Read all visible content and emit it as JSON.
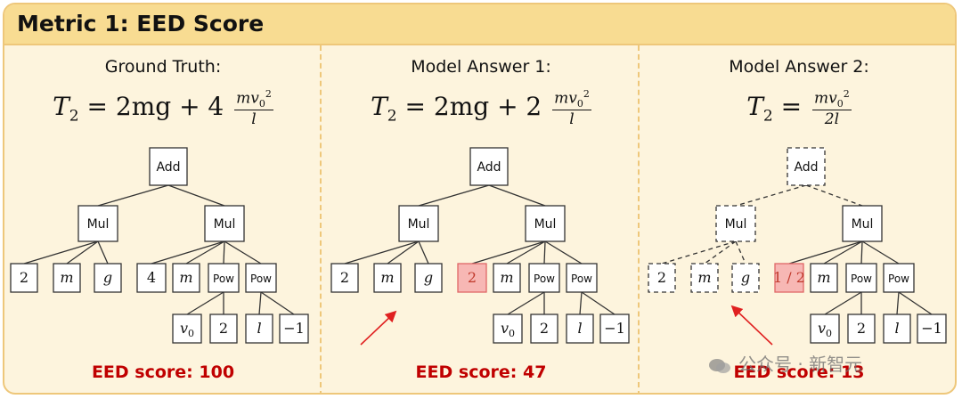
{
  "header": {
    "title": "Metric 1: EED Score"
  },
  "panels": [
    {
      "title": "Ground Truth:",
      "formula": {
        "lhs": "T",
        "lhs_sub": "2",
        "rhs": "= 2mg + 4",
        "num": "mv",
        "num_sub": "0",
        "num_sup": "2",
        "den": "l"
      },
      "score": "EED score: 100"
    },
    {
      "title": "Model Answer 1:",
      "formula": {
        "lhs": "T",
        "lhs_sub": "2",
        "rhs": "= 2mg + 2",
        "num": "mv",
        "num_sub": "0",
        "num_sup": "2",
        "den": "l"
      },
      "score": "EED score: 47"
    },
    {
      "title": "Model Answer 2:",
      "formula": {
        "lhs": "T",
        "lhs_sub": "2",
        "rhs": "=",
        "num": "mv",
        "num_sub": "0",
        "num_sup": "2",
        "den": "2l"
      },
      "score": "EED score: 13"
    }
  ],
  "trees": [
    {
      "nodes": [
        {
          "label": "Add",
          "style": "solid"
        },
        {
          "label": "Mul",
          "style": "solid"
        },
        {
          "label": "Mul",
          "style": "solid"
        },
        {
          "label": "2",
          "style": "solid"
        },
        {
          "label": "m",
          "style": "solid"
        },
        {
          "label": "g",
          "style": "solid"
        },
        {
          "label": "4",
          "style": "solid"
        },
        {
          "label": "m",
          "style": "solid"
        },
        {
          "label": "Pow",
          "style": "solid"
        },
        {
          "label": "Pow",
          "style": "solid"
        },
        {
          "label": "v0",
          "style": "solid"
        },
        {
          "label": "2",
          "style": "solid"
        },
        {
          "label": "l",
          "style": "solid"
        },
        {
          "label": "−1",
          "style": "solid"
        }
      ]
    },
    {
      "nodes": [
        {
          "label": "Add",
          "style": "solid"
        },
        {
          "label": "Mul",
          "style": "solid"
        },
        {
          "label": "Mul",
          "style": "solid"
        },
        {
          "label": "2",
          "style": "solid"
        },
        {
          "label": "m",
          "style": "solid"
        },
        {
          "label": "g",
          "style": "solid"
        },
        {
          "label": "2",
          "style": "highlight"
        },
        {
          "label": "m",
          "style": "solid"
        },
        {
          "label": "Pow",
          "style": "solid"
        },
        {
          "label": "Pow",
          "style": "solid"
        },
        {
          "label": "v0",
          "style": "solid"
        },
        {
          "label": "2",
          "style": "solid"
        },
        {
          "label": "l",
          "style": "solid"
        },
        {
          "label": "−1",
          "style": "solid"
        }
      ]
    },
    {
      "nodes": [
        {
          "label": "Add",
          "style": "dashed"
        },
        {
          "label": "Mul",
          "style": "dashed"
        },
        {
          "label": "Mul",
          "style": "solid"
        },
        {
          "label": "2",
          "style": "dashed"
        },
        {
          "label": "m",
          "style": "dashed"
        },
        {
          "label": "g",
          "style": "dashed"
        },
        {
          "label": "1 / 2",
          "style": "highlight"
        },
        {
          "label": "m",
          "style": "solid"
        },
        {
          "label": "Pow",
          "style": "solid"
        },
        {
          "label": "Pow",
          "style": "solid"
        },
        {
          "label": "v0",
          "style": "solid"
        },
        {
          "label": "2",
          "style": "solid"
        },
        {
          "label": "l",
          "style": "solid"
        },
        {
          "label": "−1",
          "style": "solid"
        }
      ]
    }
  ],
  "watermark": {
    "text": "公众号 · 新智元"
  },
  "colors": {
    "highlight_fill": "#f7b7b4",
    "highlight_stroke": "#e06666",
    "score": "#c00000",
    "arrow": "#e02020",
    "frame_border": "#eec77a",
    "header_bg": "#f8dc92"
  }
}
